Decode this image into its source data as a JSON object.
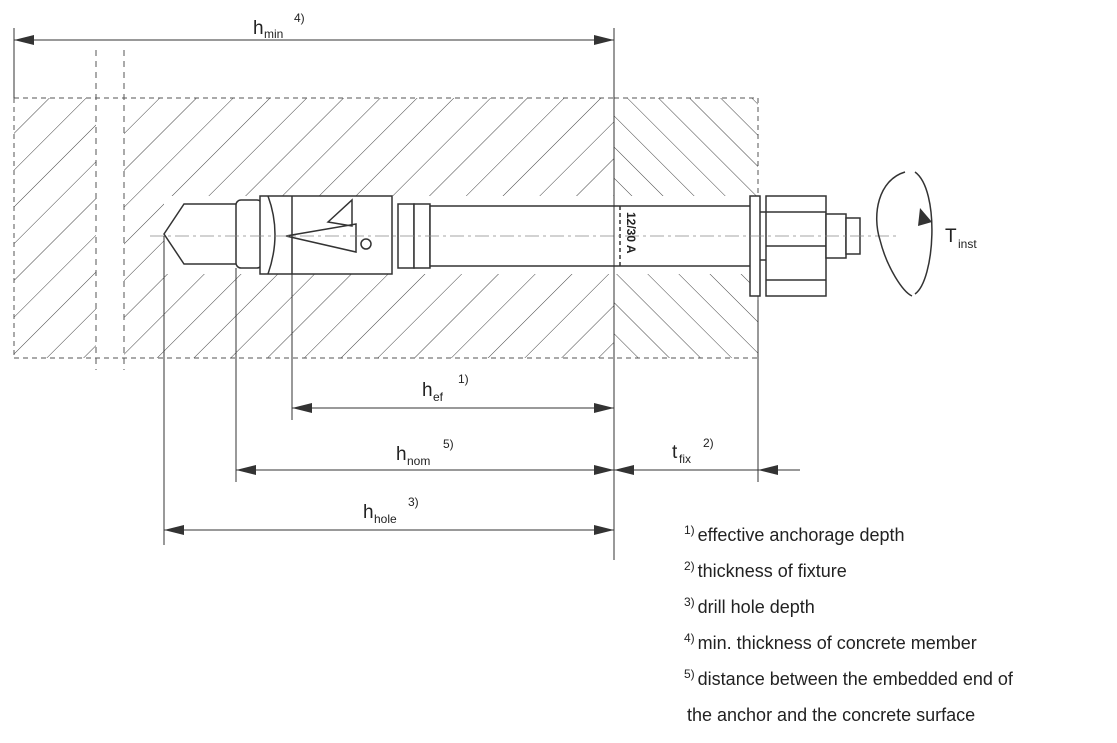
{
  "dimensions": {
    "h_min": {
      "base": "h",
      "sub": "min",
      "sup": "4)"
    },
    "h_ef": {
      "base": "h",
      "sub": "ef",
      "sup": "1)"
    },
    "h_nom": {
      "base": "h",
      "sub": "nom",
      "sup": "5)"
    },
    "h_hole": {
      "base": "h",
      "sub": "hole",
      "sup": "3)"
    },
    "t_fix": {
      "base": "t",
      "sub": "fix",
      "sup": "2)"
    }
  },
  "torque": {
    "base": "T",
    "sub": "inst"
  },
  "anchor_marking": "12/30 A",
  "notes": [
    {
      "num": "1)",
      "text": "effective anchorage depth"
    },
    {
      "num": "2)",
      "text": "thickness of fixture"
    },
    {
      "num": "3)",
      "text": "drill hole depth"
    },
    {
      "num": "4)",
      "text": "min. thickness of concrete member"
    },
    {
      "num": "5)",
      "text": "distance between the embedded end of"
    },
    {
      "num": "",
      "text": "the anchor and the concrete surface"
    }
  ]
}
